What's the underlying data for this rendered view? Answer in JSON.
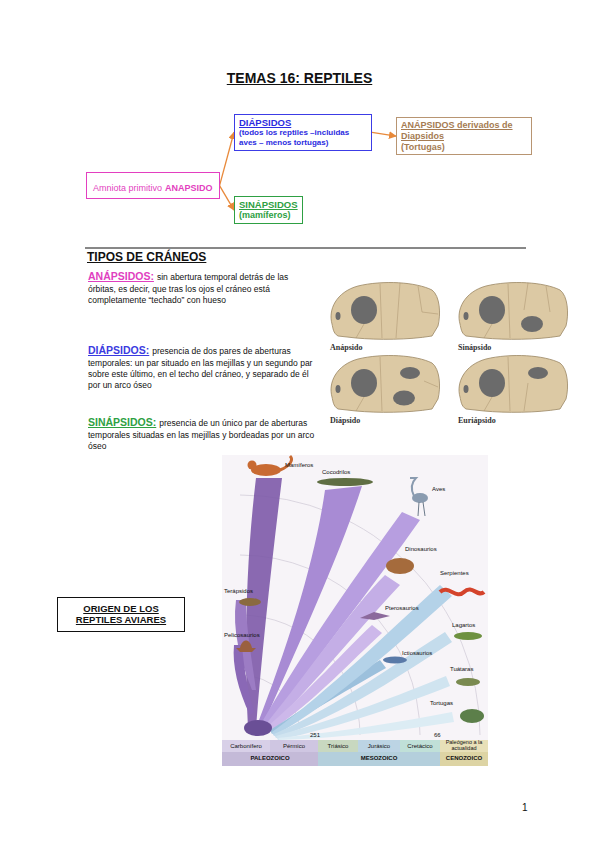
{
  "diagram": {
    "title": "TEMAS 16: REPTILES",
    "nodes": [
      {
        "text": [
          "DIÁPSIDOS",
          "(todos los reptiles –incluidas aves – menos tortugas)"
        ]
      },
      {
        "text": [
          "ANÁPSIDOS derivados de Diapsidos",
          "(Tortugas)"
        ]
      },
      {
        "text": [
          "Amniota primitivo",
          "ANAPSIDO"
        ]
      },
      {
        "text": [
          "SINÁPSIDOS",
          "(mamíferos)"
        ]
      },
      {
        "text": [
          "ORIGEN DE LOS REPTILES AVIARES"
        ]
      }
    ],
    "edges": [
      {
        "from": 2,
        "to": 0,
        "arrow": "to"
      },
      {
        "from": 0,
        "to": 1,
        "arrow": "to"
      },
      {
        "from": 2,
        "to": 3,
        "arrow": "to"
      }
    ],
    "labels": [
      "TIPOS DE CRÁNEOS",
      "ANÁPSIDOS:",
      "sin abertura temporal detrás de las órbitas, es decir, que tras los ojos el cráneo está completamente “techado” con hueso",
      "DIÁPSIDOS:",
      "presencia de dos pares de aberturas temporales: un par situado en las mejillas y un segundo par sobre este último, en el techo del cráneo, y separado de él por un arco óseo",
      "SINÁPSIDOS:",
      "presencia de un único par de aberturas temporales situadas en las mejillas y bordeadas por un arco óseo",
      "Anápsido",
      "Sinápsido",
      "Diápsido",
      "Euriápsido",
      "Mamíferos",
      "Terápsidos",
      "Pelicosaurios",
      "Cocodrilos",
      "Aves",
      "Dinosaurios",
      "Pterosaurios",
      "Ictiosaurios",
      "Serpientes",
      "Lagartos",
      "Tuátaras",
      "Tortugas",
      "Carbonífero",
      "Pérmico",
      "Triásico",
      "Jurásico",
      "Cretácico",
      "Paleógeno a la actualidad",
      "PALEOZOICO",
      "MESOZOICO",
      "CENOZOICO",
      "251",
      "66",
      "1"
    ]
  }
}
